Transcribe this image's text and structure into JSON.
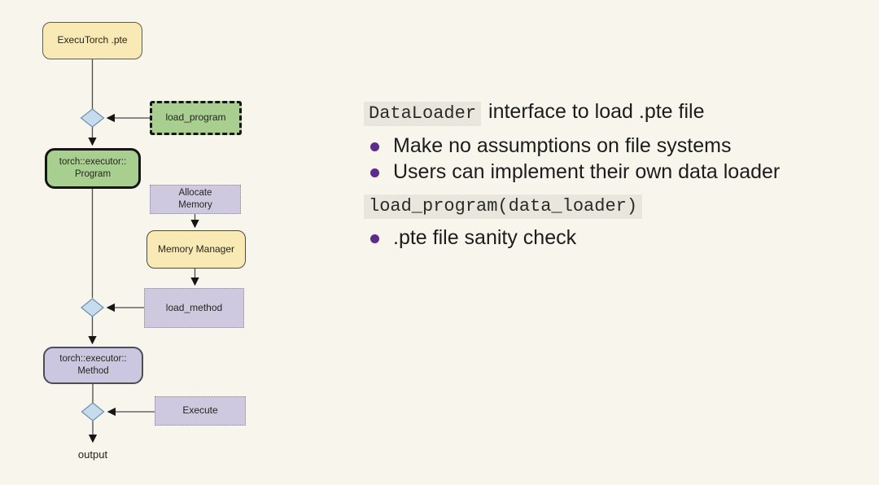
{
  "slide": {
    "background": "#f7f5ec"
  },
  "diagram": {
    "nodes": {
      "executorch_pte": "ExecuTorch .pte",
      "load_program": "load_program",
      "program": "torch::executor::\nProgram",
      "allocate_memory": "Allocate\nMemory",
      "memory_manager": "Memory Manager",
      "load_method": "load_method",
      "method": "torch::executor::\nMethod",
      "execute": "Execute",
      "output": "output"
    },
    "colors": {
      "yellow_fill": "#f9e9b4",
      "green_fill": "#a9cf90",
      "lavender_fill": "#cfc9e0",
      "diamond_fill": "#c6dbed",
      "dark_border": "#151515",
      "connector_line": "#4a4a4a"
    }
  },
  "content": {
    "heading": {
      "code": "DataLoader",
      "text": "interface to load .pte file"
    },
    "bullets_top": [
      "Make no assumptions on file systems",
      "Users can implement their own data loader"
    ],
    "code_line": "load_program(data_loader)",
    "bullets_bottom": [
      ".pte file sanity check"
    ],
    "bullet_color": "#5e2a8e",
    "code_background": "#e9e6dd"
  }
}
